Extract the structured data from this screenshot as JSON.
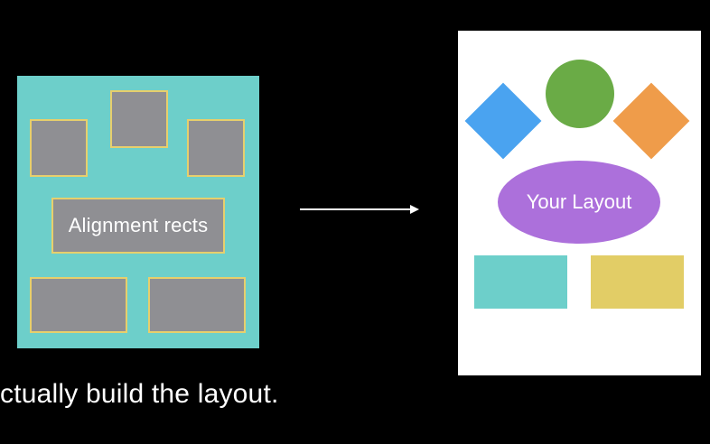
{
  "left_panel": {
    "label": "Alignment rects"
  },
  "right_panel": {
    "label": "Your Layout"
  },
  "caption": "ctually build the layout.",
  "colors": {
    "background": "#000000",
    "teal": "#6dcfca",
    "gray_rect": "#8f8f93",
    "rect_border": "#e7cf6c",
    "blue": "#4aa3f0",
    "green": "#6aab46",
    "orange": "#ef9c4a",
    "purple": "#ac70db",
    "yellow": "#e2cd66"
  },
  "icons": {
    "arrow": "right-arrow-icon"
  }
}
